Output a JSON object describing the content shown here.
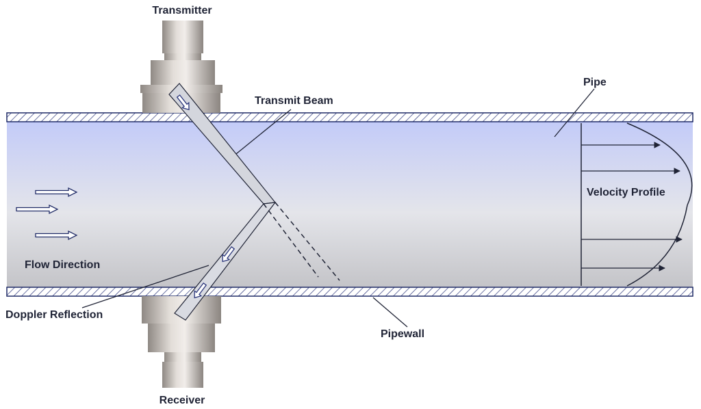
{
  "labels": {
    "transmitter": "Transmitter",
    "receiver": "Receiver",
    "transmit_beam": "Transmit Beam",
    "pipe": "Pipe",
    "velocity_profile": "Velocity Profile",
    "flow_direction": "Flow Direction",
    "doppler_reflection": "Doppler Reflection",
    "pipewall": "Pipewall"
  },
  "colors": {
    "fluid_top": "#c3cbf8",
    "fluid_mid": "#e4e5ea",
    "fluid_bottom": "#c4c4c8",
    "pipewall_stroke": "#1f2a66",
    "metal_light": "#ded9d4",
    "metal_dark": "#8b8580",
    "ink": "#1f2335"
  },
  "icons": {
    "flow_arrow": "hollow-right-arrow",
    "beam_arrow": "hollow-diagonal-arrow",
    "profile_arrow": "right-arrow"
  }
}
